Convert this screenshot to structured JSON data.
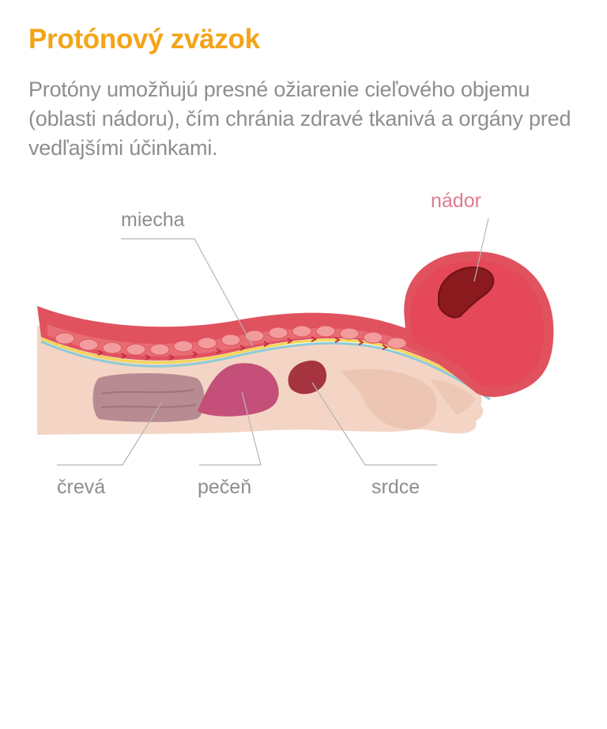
{
  "title": "Protónový zväzok",
  "description": "Protóny umožňujú presné ožiarenie cieľového objemu (oblasti nádoru), čím chránia zdravé tkanivá a orgány pred vedľajšími účinkami.",
  "labels": {
    "tumor": "nádor",
    "spinal_cord": "miecha",
    "intestines": "črevá",
    "liver": "pečeň",
    "heart": "srdce"
  },
  "colors": {
    "title": "#f3a417",
    "text": "#8e8e8e",
    "tumor_label": "#e07a92",
    "skin": "#f4d5c5",
    "muscle": "#e1525f",
    "tumor": "#8b1a1f",
    "liver": "#c4507a",
    "heart": "#a63440",
    "intestines": "#b88a92"
  }
}
